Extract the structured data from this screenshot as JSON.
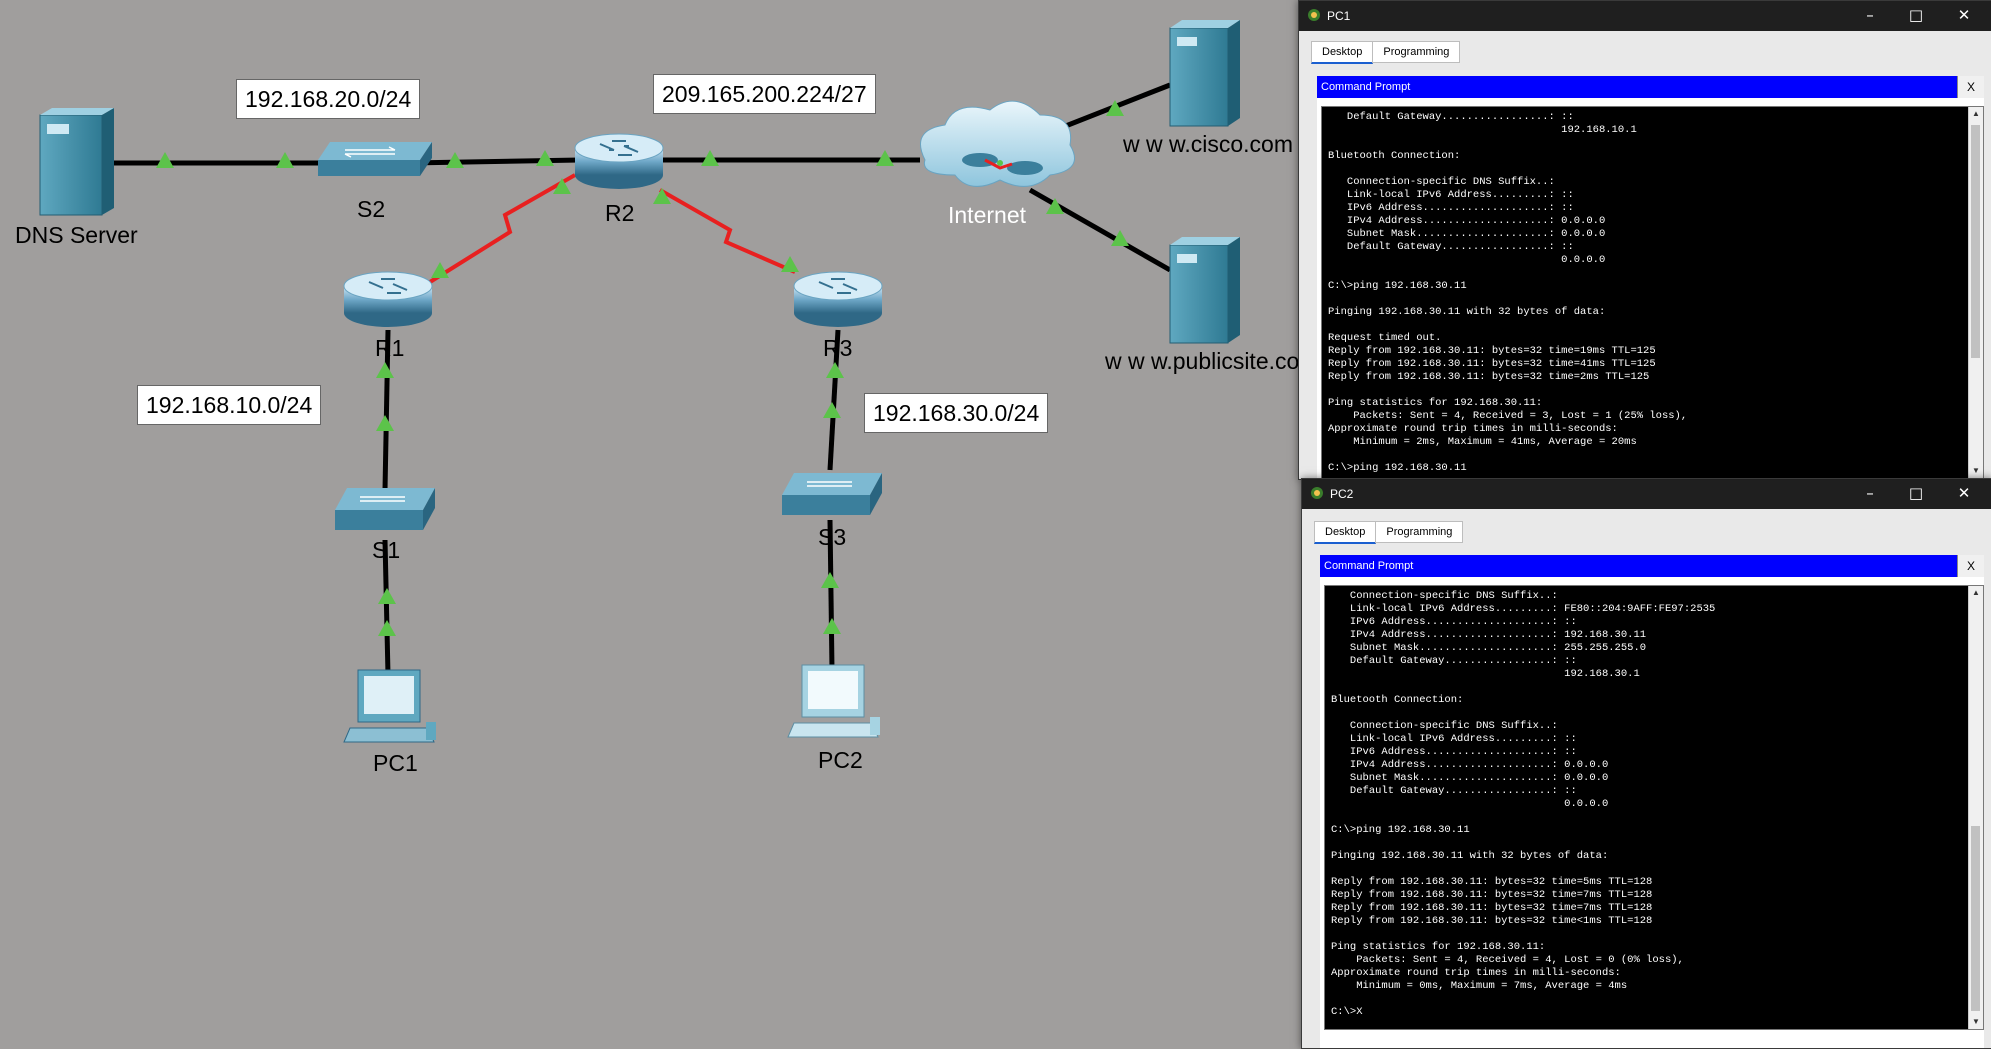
{
  "topology": {
    "subnets": {
      "lan20": "192.168.20.0/24",
      "wan": "209.165.200.224/27",
      "lan10": "192.168.10.0/24",
      "lan30": "192.168.30.0/24"
    },
    "devices": {
      "dns_server": "DNS Server",
      "s2": "S2",
      "r2": "R2",
      "r1": "R1",
      "r3": "R3",
      "s1": "S1",
      "s3": "S3",
      "pc1": "PC1",
      "pc2": "PC2",
      "internet": "Internet",
      "cisco": "w w w.cisco.com",
      "publicsite": "w w w.publicsite.com"
    },
    "colors": {
      "canvas": "#a09e9d",
      "ethernet_link": "#000000",
      "serial_link": "#e82020",
      "link_up_indicator": "#5cc34a"
    }
  },
  "pc1_window": {
    "title": "PC1",
    "tabs": [
      "Desktop",
      "Programming"
    ],
    "active_tab": "Desktop",
    "panel_title": "Command Prompt",
    "close_label": "X",
    "console": "   Default Gateway.................: ::\n                                     192.168.10.1\n\nBluetooth Connection:\n\n   Connection-specific DNS Suffix..:\n   Link-local IPv6 Address.........: ::\n   IPv6 Address....................: ::\n   IPv4 Address....................: 0.0.0.0\n   Subnet Mask.....................: 0.0.0.0\n   Default Gateway.................: ::\n                                     0.0.0.0\n\nC:\\>ping 192.168.30.11\n\nPinging 192.168.30.11 with 32 bytes of data:\n\nRequest timed out.\nReply from 192.168.30.11: bytes=32 time=19ms TTL=125\nReply from 192.168.30.11: bytes=32 time=41ms TTL=125\nReply from 192.168.30.11: bytes=32 time=2ms TTL=125\n\nPing statistics for 192.168.30.11:\n    Packets: Sent = 4, Received = 3, Lost = 1 (25% loss),\nApproximate round trip times in milli-seconds:\n    Minimum = 2ms, Maximum = 41ms, Average = 20ms\n\nC:\\>ping 192.168.30.11"
  },
  "pc2_window": {
    "title": "PC2",
    "tabs": [
      "Desktop",
      "Programming"
    ],
    "active_tab": "Desktop",
    "panel_title": "Command Prompt",
    "close_label": "X",
    "console": "   Connection-specific DNS Suffix..:\n   Link-local IPv6 Address.........: FE80::204:9AFF:FE97:2535\n   IPv6 Address....................: ::\n   IPv4 Address....................: 192.168.30.11\n   Subnet Mask.....................: 255.255.255.0\n   Default Gateway.................: ::\n                                     192.168.30.1\n\nBluetooth Connection:\n\n   Connection-specific DNS Suffix..:\n   Link-local IPv6 Address.........: ::\n   IPv6 Address....................: ::\n   IPv4 Address....................: 0.0.0.0\n   Subnet Mask.....................: 0.0.0.0\n   Default Gateway.................: ::\n                                     0.0.0.0\n\nC:\\>ping 192.168.30.11\n\nPinging 192.168.30.11 with 32 bytes of data:\n\nReply from 192.168.30.11: bytes=32 time=5ms TTL=128\nReply from 192.168.30.11: bytes=32 time=7ms TTL=128\nReply from 192.168.30.11: bytes=32 time=7ms TTL=128\nReply from 192.168.30.11: bytes=32 time<1ms TTL=128\n\nPing statistics for 192.168.30.11:\n    Packets: Sent = 4, Received = 4, Lost = 0 (0% loss),\nApproximate round trip times in milli-seconds:\n    Minimum = 0ms, Maximum = 7ms, Average = 4ms\n\nC:\\>X"
  }
}
